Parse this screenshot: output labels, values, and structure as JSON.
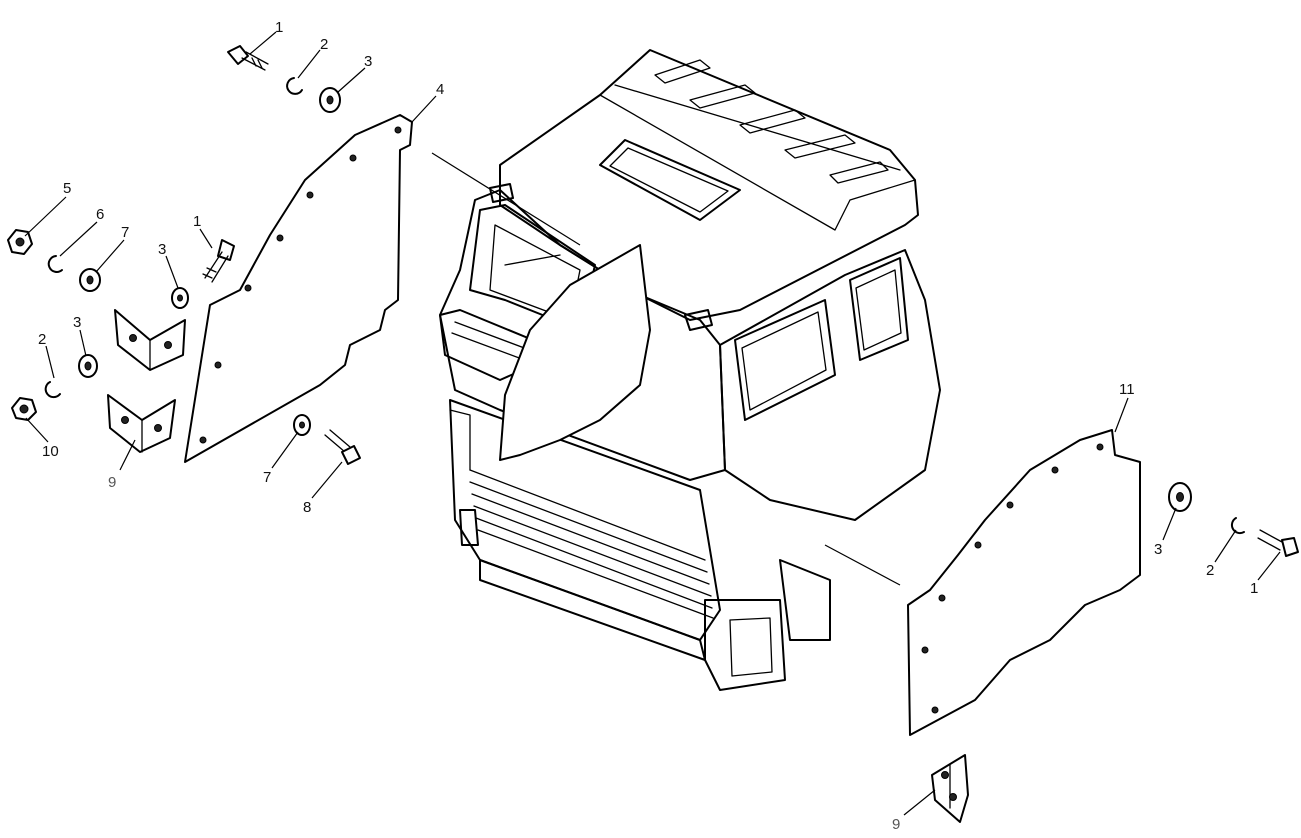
{
  "callouts": [
    {
      "id": "c-1-top",
      "text": "1"
    },
    {
      "id": "c-2-top",
      "text": "2"
    },
    {
      "id": "c-3-top",
      "text": "3"
    },
    {
      "id": "c-4",
      "text": "4"
    },
    {
      "id": "c-5",
      "text": "5"
    },
    {
      "id": "c-6",
      "text": "6"
    },
    {
      "id": "c-7-left",
      "text": "7"
    },
    {
      "id": "c-1-mid",
      "text": "1"
    },
    {
      "id": "c-3-mid",
      "text": "3"
    },
    {
      "id": "c-3-low",
      "text": "3"
    },
    {
      "id": "c-2-low",
      "text": "2"
    },
    {
      "id": "c-10",
      "text": "10"
    },
    {
      "id": "c-9-left",
      "text": "9"
    },
    {
      "id": "c-7-low",
      "text": "7"
    },
    {
      "id": "c-8",
      "text": "8"
    },
    {
      "id": "c-11",
      "text": "11"
    },
    {
      "id": "c-3-right",
      "text": "3"
    },
    {
      "id": "c-2-right",
      "text": "2"
    },
    {
      "id": "c-1-right",
      "text": "1"
    },
    {
      "id": "c-9-bottom",
      "text": "9"
    }
  ],
  "colors": {
    "ink": "#000000",
    "background": "#ffffff"
  }
}
